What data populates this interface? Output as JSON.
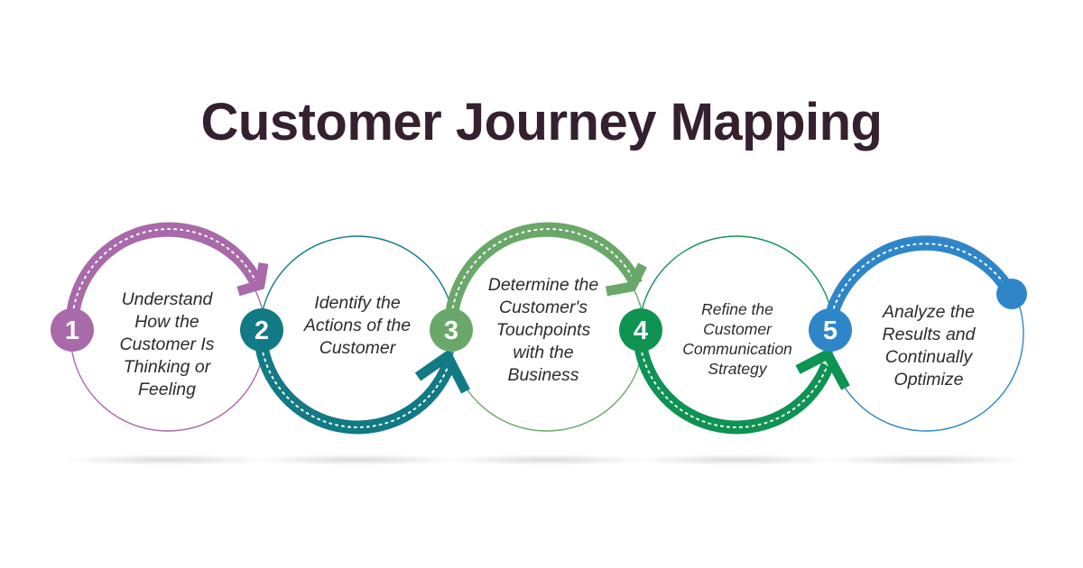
{
  "title": "Customer Journey Mapping",
  "steps": [
    {
      "number": "1",
      "text": "Understand How the Customer Is Thinking or Feeling",
      "color": "#a86aa9"
    },
    {
      "number": "2",
      "text": "Identify the Actions of the Customer",
      "color": "#117a84"
    },
    {
      "number": "3",
      "text": "Determine the Customer's Touchpoints with the Business",
      "color": "#6aa86a"
    },
    {
      "number": "4",
      "text": "Refine the Customer Communication Strategy",
      "color": "#0e9352"
    },
    {
      "number": "5",
      "text": "Analyze the Results and Continually Optimize",
      "color": "#2e86c8"
    }
  ]
}
